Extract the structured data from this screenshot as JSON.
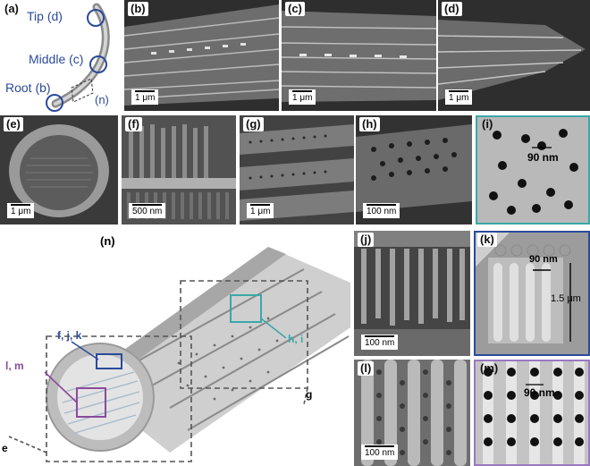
{
  "figure": {
    "panels": {
      "a": {
        "label": "(a)",
        "tip": "Tip (d)",
        "middle": "Middle (c)",
        "root": "Root (b)",
        "n": "(n)"
      },
      "b": {
        "label": "(b)",
        "scale": "1 μm"
      },
      "c": {
        "label": "(c)",
        "scale": "1 μm"
      },
      "d": {
        "label": "(d)",
        "scale": "1 μm"
      },
      "e": {
        "label": "(e)",
        "scale": "1 μm"
      },
      "f": {
        "label": "(f)",
        "scale": "500 nm"
      },
      "g": {
        "label": "(g)",
        "scale": "1 μm"
      },
      "h": {
        "label": "(h)",
        "scale": "100 nm"
      },
      "i": {
        "label": "(i)",
        "annotation": "90 nm"
      },
      "j": {
        "label": "(j)",
        "scale": "100 nm"
      },
      "k": {
        "label": "(k)",
        "width": "90 nm",
        "height": "1.5 μm"
      },
      "l": {
        "label": "(l)",
        "scale": "100 nm"
      },
      "m": {
        "label": "(m)",
        "annotation": "90 nm"
      },
      "n": {
        "label": "(n)",
        "callout_fjk": "f, j, k",
        "callout_lm": "l, m",
        "callout_hi": "h, i",
        "callout_g": "g",
        "callout_e": "e"
      }
    },
    "colors": {
      "teal": "#3aa8a8",
      "blue": "#2b4a9a",
      "purple": "#8a4a9a",
      "lilac": "#9a78c0"
    }
  }
}
